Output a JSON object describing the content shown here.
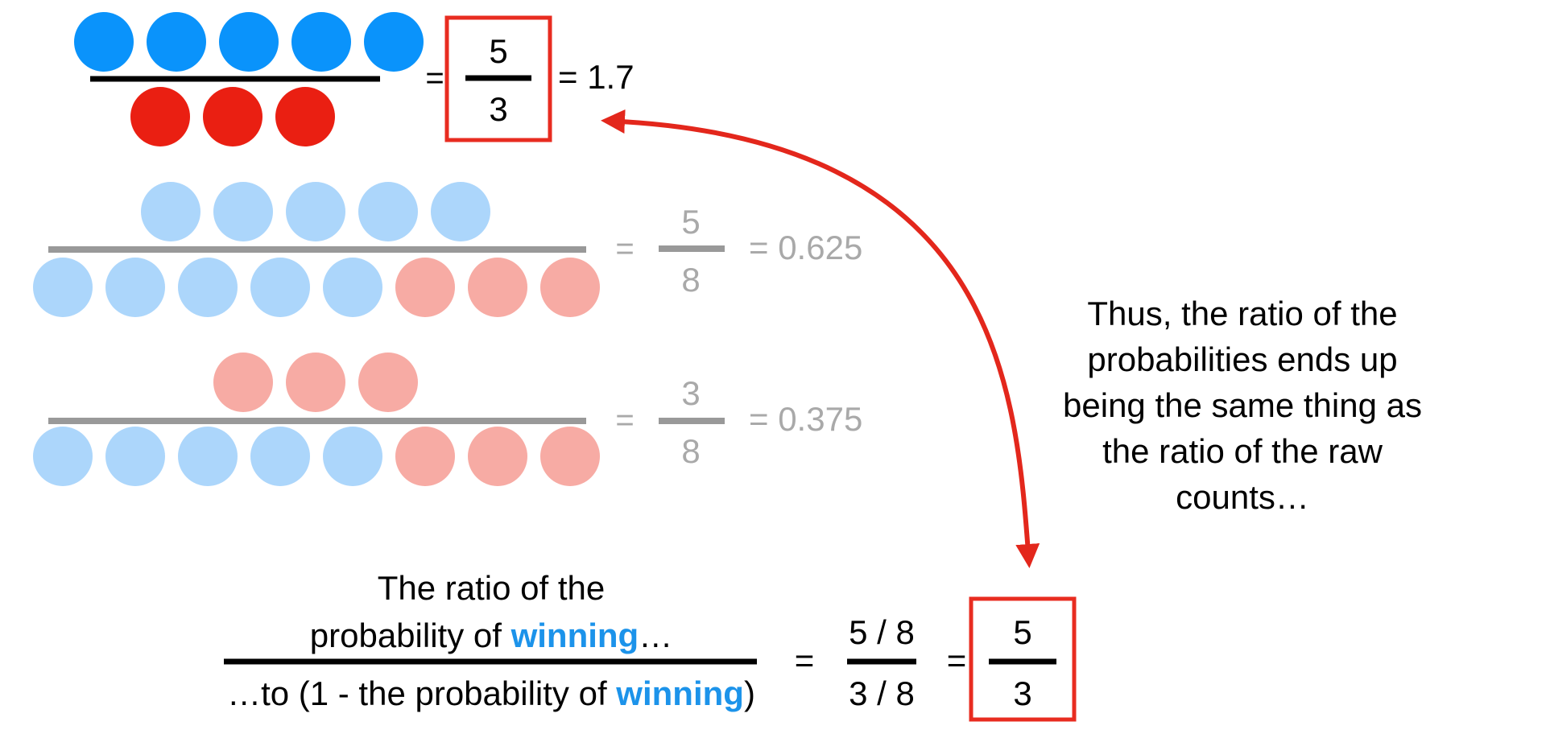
{
  "colors": {
    "blue": "#0a93fb",
    "red": "#ea1f12",
    "light_blue": "#acd6fb",
    "light_red": "#f7aba4",
    "black": "#000000",
    "gray_text": "#a9a9a9",
    "gray_bar": "#999999",
    "box_red": "#e82c20",
    "arrow_red": "#e3271c",
    "winning_blue": "#1c93ea"
  },
  "rows": [
    {
      "numerator_dots": [
        "blue",
        "blue",
        "blue",
        "blue",
        "blue"
      ],
      "denominator_dots": [
        "red",
        "red",
        "red"
      ],
      "equals": "=",
      "frac_top": "5",
      "frac_bottom": "3",
      "result": "= 1.7",
      "faded": false
    },
    {
      "numerator_dots": [
        "light_blue",
        "light_blue",
        "light_blue",
        "light_blue",
        "light_blue"
      ],
      "denominator_dots": [
        "light_blue",
        "light_blue",
        "light_blue",
        "light_blue",
        "light_blue",
        "light_red",
        "light_red",
        "light_red"
      ],
      "equals": "=",
      "frac_top": "5",
      "frac_bottom": "8",
      "result": "= 0.625",
      "faded": true
    },
    {
      "numerator_dots": [
        "light_red",
        "light_red",
        "light_red"
      ],
      "denominator_dots": [
        "light_blue",
        "light_blue",
        "light_blue",
        "light_blue",
        "light_blue",
        "light_red",
        "light_red",
        "light_red"
      ],
      "equals": "=",
      "frac_top": "3",
      "frac_bottom": "8",
      "result": "= 0.375",
      "faded": true
    }
  ],
  "explanation": [
    "Thus, the ratio of the",
    "probabilities ends up",
    "being the same thing as",
    "the ratio of the raw",
    "counts…"
  ],
  "formula": {
    "num_line1": "The ratio of the",
    "num_line2_prefix": "probability of ",
    "num_line2_highlight": "winning",
    "num_line2_suffix": "…",
    "den_prefix": "…to (1 - the probability of ",
    "den_highlight": "winning",
    "den_suffix": ")",
    "equals1": "=",
    "mid_top": "5 / 8",
    "mid_bottom": "3 / 8",
    "equals2": "=",
    "result_top": "5",
    "result_bottom": "3"
  }
}
